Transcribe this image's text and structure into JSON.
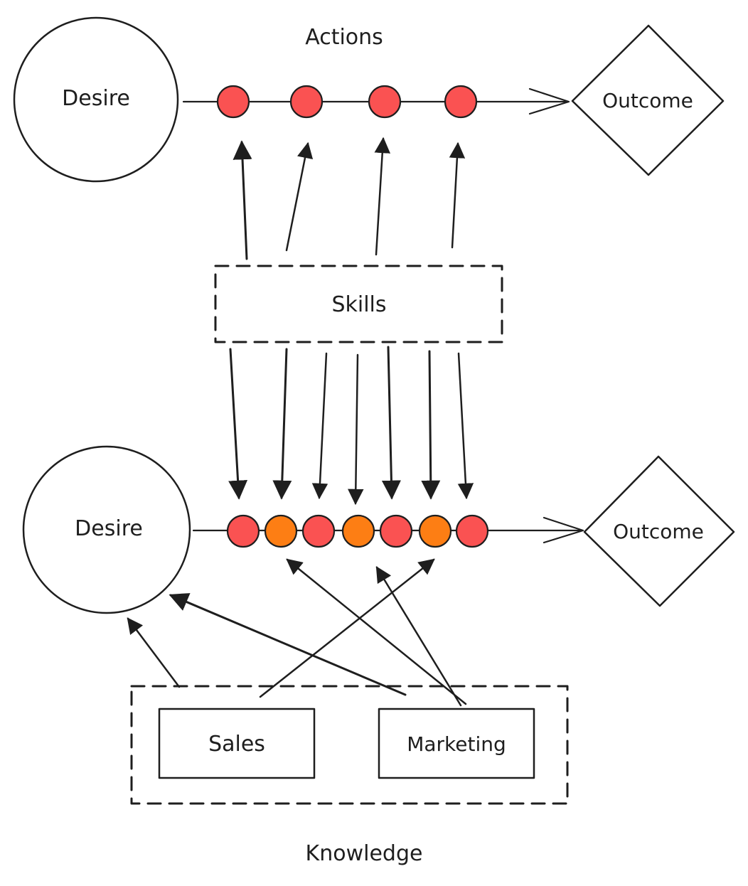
{
  "colors": {
    "desire": "#40c057",
    "outcome": "#228be6",
    "action_red": "#fa5252",
    "action_orange": "#fd7e14",
    "skills_hatch": "#e64980",
    "knowledge_hatch": "#fd7e14",
    "knowledge_box": "#fd7e14",
    "ink": "#1e1e1e"
  },
  "top": {
    "label": "Actions",
    "desire": "Desire",
    "outcome": "Outcome",
    "actions": [
      "red",
      "red",
      "red",
      "red"
    ]
  },
  "skills": {
    "label": "Skills"
  },
  "bottom": {
    "desire": "Desire",
    "outcome": "Outcome",
    "actions": [
      "red",
      "orange",
      "red",
      "orange",
      "red",
      "orange",
      "red"
    ]
  },
  "knowledge": {
    "label": "Knowledge",
    "items": [
      {
        "label": "Sales"
      },
      {
        "label": "Marketing"
      }
    ]
  }
}
